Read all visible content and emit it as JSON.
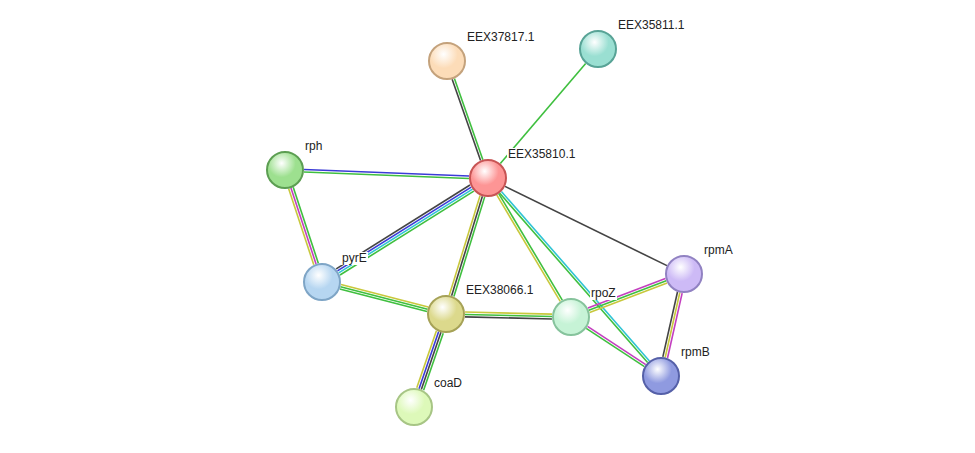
{
  "diagram": {
    "nodes": [
      {
        "text": [
          "EEX37817.1"
        ]
      },
      {
        "text": [
          "EEX35811.1"
        ]
      },
      {
        "text": [
          "EEX35810.1"
        ]
      },
      {
        "text": [
          "rph"
        ]
      },
      {
        "text": [
          "pyrE"
        ]
      },
      {
        "text": [
          "EEX38066.1"
        ]
      },
      {
        "text": [
          "rpoZ"
        ]
      },
      {
        "text": [
          "rpmA"
        ]
      },
      {
        "text": [
          "rpmB"
        ]
      },
      {
        "text": [
          "coaD"
        ]
      }
    ],
    "edges": [
      {
        "from": 2,
        "to": 0,
        "arrow": "none"
      },
      {
        "from": 2,
        "to": 1,
        "arrow": "none"
      },
      {
        "from": 2,
        "to": 3,
        "arrow": "none"
      },
      {
        "from": 2,
        "to": 4,
        "arrow": "none"
      },
      {
        "from": 2,
        "to": 5,
        "arrow": "none"
      },
      {
        "from": 2,
        "to": 6,
        "arrow": "none"
      },
      {
        "from": 2,
        "to": 7,
        "arrow": "none"
      },
      {
        "from": 2,
        "to": 8,
        "arrow": "none"
      },
      {
        "from": 3,
        "to": 4,
        "arrow": "none"
      },
      {
        "from": 4,
        "to": 5,
        "arrow": "none"
      },
      {
        "from": 5,
        "to": 6,
        "arrow": "none"
      },
      {
        "from": 5,
        "to": 9,
        "arrow": "none"
      },
      {
        "from": 6,
        "to": 7,
        "arrow": "none"
      },
      {
        "from": 6,
        "to": 8,
        "arrow": "none"
      },
      {
        "from": 7,
        "to": 8,
        "arrow": "none"
      }
    ]
  }
}
